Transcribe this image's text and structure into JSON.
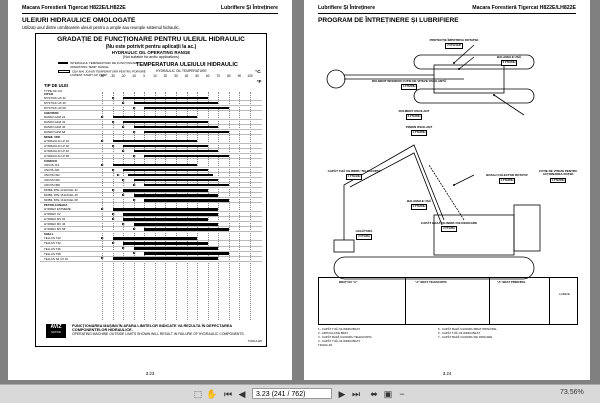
{
  "left_page": {
    "header_left": "Macara Forestieră Tigercat H822E/LH822E",
    "header_right": "Lubrifiere Și Întreținere",
    "section_title": "ULEIURI HIDRAULICE OMOLOGATE",
    "subtitle": "Utilizați unul dintre următoarele uleiuri pentru a umple sau reumple sistemul hidraulic.",
    "chart_title": "GRADAȚIE DE FUNCȚIONARE PENTRU ULEIUL HIDRAULIC",
    "chart_sub": "(Nu este potrivit pentru aplicații la ac.)",
    "chart_sub_en": "HYDRAULIC OIL OPERATING RANGE",
    "chart_sub_en2": "(Not suitable for arctic applications)",
    "legend1": "INTERVALUL TEMPERATURII DE FUNCȚIONARE",
    "legend1b": "OPERATING TEMP. RANGE",
    "legend2": "CEA MAI JOASĂ TEMPERATURĂ PENTRU PORNIRE",
    "legend2b": "LOWEST START-UP TEMP.",
    "temp_title": "TEMPERATURA ULEIULUI HIDRAULIC",
    "temp_title_en": "HYDRAULIC OIL TEMPERATURE",
    "type_label": "TIP DE ULEI",
    "type_label_en": "TYPE OF OIL",
    "unit_c": "°C",
    "unit_f": "°F",
    "scale_c": [
      "-40",
      "-30",
      "-20",
      "-10",
      "0",
      "10",
      "20",
      "30",
      "40",
      "50",
      "60",
      "70",
      "80",
      "90",
      "100"
    ],
    "aviz_label": "AVIZ",
    "aviz_sub": "NOTICE",
    "notice_ro": "FUNCȚIONAREA MAȘINII ÎN AFARA LIMITELOR INDICATE VA REZULTA ÎN DEFECTAREA COMPONENTELOR HIDRAULICE.",
    "notice_en": "OPERATING MACHINE OUTSIDE LIMITS SHOWN WILL RESULT IN FAILURE OF HYDRAULIC COMPONENTS.",
    "figure_ref": "T2021A-R6",
    "page_number": "3.23"
  },
  "right_page": {
    "header_left": "Lubrifiere Și Întreținere",
    "header_right": "Macara Forestieră Tigercat H822E/LH822E",
    "section_title": "PROGRAM DE ÎNTREȚINERE ȘI LUBRIFIERE",
    "callouts": [
      {
        "text": "PROTECȚIE ÎMPOTRIVA ROTATIEI",
        "code": "2 FTG/1GR"
      },
      {
        "text": "BALAMALE UȘĂ",
        "code": "6 FTG/50H"
      },
      {
        "text": "RULMENT INFERIOR CUTIE DE VITEZE OSCILANTĂ",
        "code": "1 FTG/50H"
      },
      {
        "text": "RULMENT OSCILANT",
        "code": "6 FTG/50H"
      },
      {
        "text": "PINION OSCILANT",
        "code": "1 FTG/50H"
      },
      {
        "text": "CAPĂT TIJĂ CILINDRU TELESCOPIC",
        "code": "1 FTG/10H"
      },
      {
        "text": "BALAMALE UȘĂ",
        "code": "2 FTG/50H"
      },
      {
        "text": "LEGĂTURĂ",
        "code": "2 FTG/8H"
      },
      {
        "text": "CAPĂT BAZĂ CILINDRU DE REDICARE",
        "code": "2 FTG/8H"
      },
      {
        "text": "BOSAJ COLECTOR ROTATIV",
        "code": "1 FTG/50H"
      },
      {
        "text": "CUTIE DE VITEZE PENTRU ACȚIONAREA RAȚIEI",
        "code": "1 FTG/50H"
      }
    ],
    "key_cols": [
      "BRAȚ FIX \"A\"",
      "\"A\" BRAȚ TELESCOPIC",
      "\"A\" BRAȚ PRINCIPAL"
    ],
    "key_items": [
      "1 - CAPĂT TIJĂ CILINDRU BRAȚ",
      "2 - ARTICULAȚIE BRAȚ",
      "3 - CAPĂT BAZĂ CILINDRU TELESCOPIC",
      "4 - CAPĂT TIJĂ CILINDRU BRAȚ",
      "5 - CAPĂT BAZĂ CILINDRU BRAȚ PRINCIPAL",
      "6 - CAPĂT TIJĂ CILINDRU BRAȚ",
      "7 - CAPĂT BAZĂ CILINDRU DE RIDICARE"
    ],
    "model_tag": "LH822E",
    "figure_ref": "T2022A-R1",
    "page_number": "3.24"
  },
  "toolbar": {
    "page_input": "3.23 (241 / 762)",
    "zoom": "73.56%"
  }
}
